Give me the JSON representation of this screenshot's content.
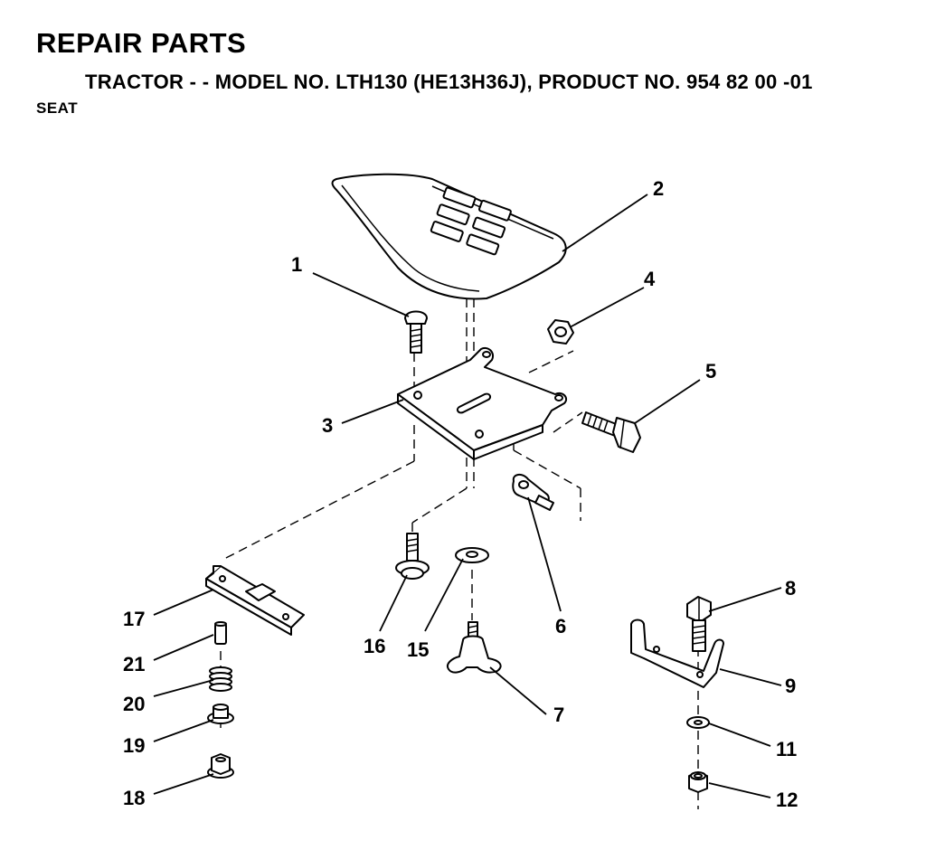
{
  "header": {
    "title": "REPAIR PARTS",
    "subtitle": "TRACTOR - - MODEL NO. LTH130 (HE13H36J),  PRODUCT NO. 954 82 00 -01",
    "section": "SEAT"
  },
  "callouts": {
    "c1": "1",
    "c2": "2",
    "c3": "3",
    "c4": "4",
    "c5": "5",
    "c6": "6",
    "c7": "7",
    "c8": "8",
    "c9": "9",
    "c11": "11",
    "c12": "12",
    "c15": "15",
    "c16": "16",
    "c17": "17",
    "c18": "18",
    "c19": "19",
    "c20": "20",
    "c21": "21"
  }
}
